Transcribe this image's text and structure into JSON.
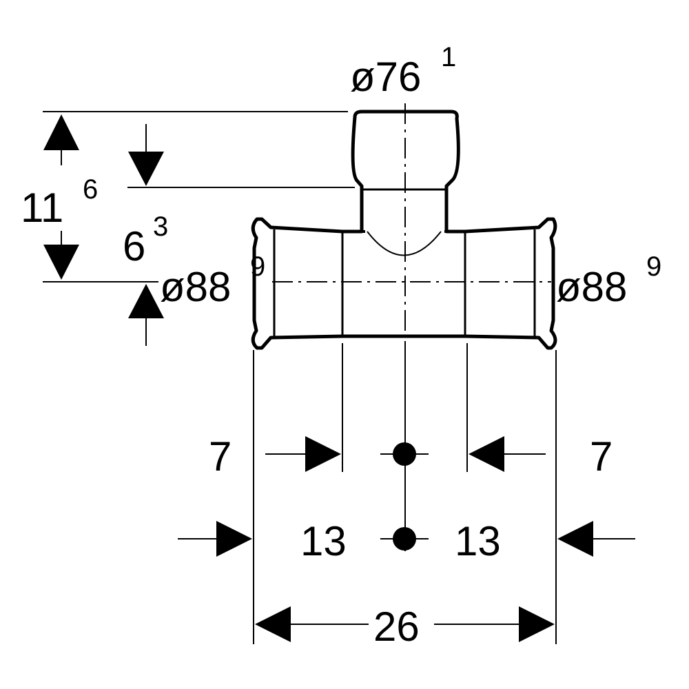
{
  "colors": {
    "stroke": "#000000",
    "background": "#ffffff"
  },
  "labels": {
    "branch_diameter": "ø76",
    "branch_diameter_sup": "1",
    "left_diameter": "ø88",
    "left_diameter_sup": "9",
    "right_diameter": "ø88",
    "right_diameter_sup": "9",
    "height_total": "11",
    "height_total_sup": "6",
    "height_branch": "6",
    "height_branch_sup": "3",
    "left_insertion": "7",
    "right_insertion": "7",
    "left_half": "13",
    "right_half": "13",
    "total_length": "26"
  }
}
